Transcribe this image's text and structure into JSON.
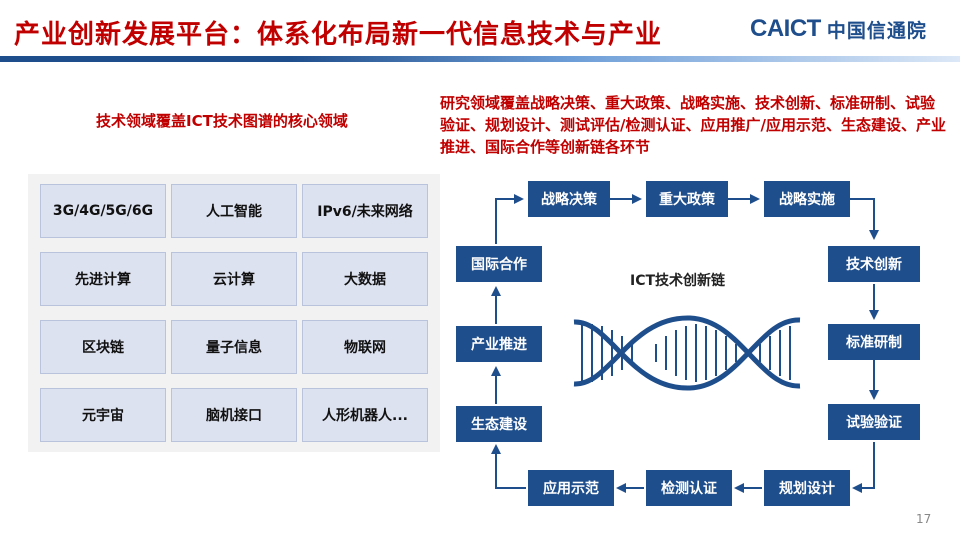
{
  "title": "产业创新发展平台：体系化布局新一代信息技术与产业",
  "logo": {
    "en": "CAICT",
    "cn": "中国信通院"
  },
  "left_heading": "技术领域覆盖ICT技术图谱的核心领域",
  "right_text": "研究领域覆盖战略决策、重大政策、战略实施、技术创新、标准研制、试验验证、规划设计、测试评估/检测认证、应用推广/应用示范、生态建设、产业推进、国际合作等创新链各环节",
  "tech_grid": [
    [
      "3G/4G/5G/6G",
      "人工智能",
      "IPv6/未来网络"
    ],
    [
      "先进计算",
      "云计算",
      "大数据"
    ],
    [
      "区块链",
      "量子信息",
      "物联网"
    ],
    [
      "元宇宙",
      "脑机接口",
      "人形机器人..."
    ]
  ],
  "chain_label": "ICT技术创新链",
  "chain": {
    "top": [
      "战略决策",
      "重大政策",
      "战略实施"
    ],
    "right": [
      "技术创新",
      "标准研制",
      "试验验证"
    ],
    "bottom": [
      "规划设计",
      "检测认证",
      "应用示范"
    ],
    "left": [
      "生态建设",
      "产业推进",
      "国际合作"
    ]
  },
  "page_number": "17",
  "colors": {
    "title_red": "#c00000",
    "brand_blue": "#1f4e8c",
    "tile_bg": "#dde2f0"
  }
}
